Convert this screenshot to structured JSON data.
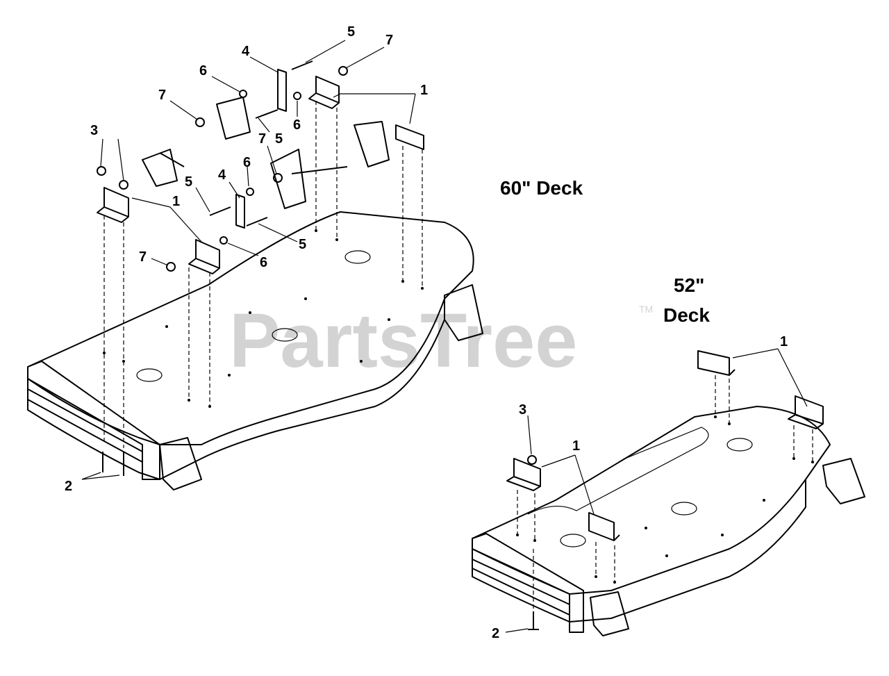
{
  "deck_labels": {
    "deck60": "60\" Deck",
    "deck52_line1": "52\"",
    "deck52_line2": "Deck"
  },
  "watermark": {
    "text": "PartsTree",
    "trademark": "TM"
  },
  "callouts": {
    "c5a": "5",
    "c7a": "7",
    "c4a": "4",
    "c6a": "6",
    "c1a": "1",
    "c7b": "7",
    "c6b": "6",
    "c5b": "5",
    "c3a": "3",
    "c7c": "7",
    "c6c": "6",
    "c4b": "4",
    "c5c": "5",
    "c1b": "1",
    "c5d": "5",
    "c7d": "7",
    "c6d": "6",
    "c2a": "2",
    "c1c": "1",
    "c3b": "3",
    "c1d": "1",
    "c2b": "2"
  },
  "colors": {
    "line": "#000000",
    "watermark": "#cfcfcf",
    "background": "#ffffff"
  }
}
